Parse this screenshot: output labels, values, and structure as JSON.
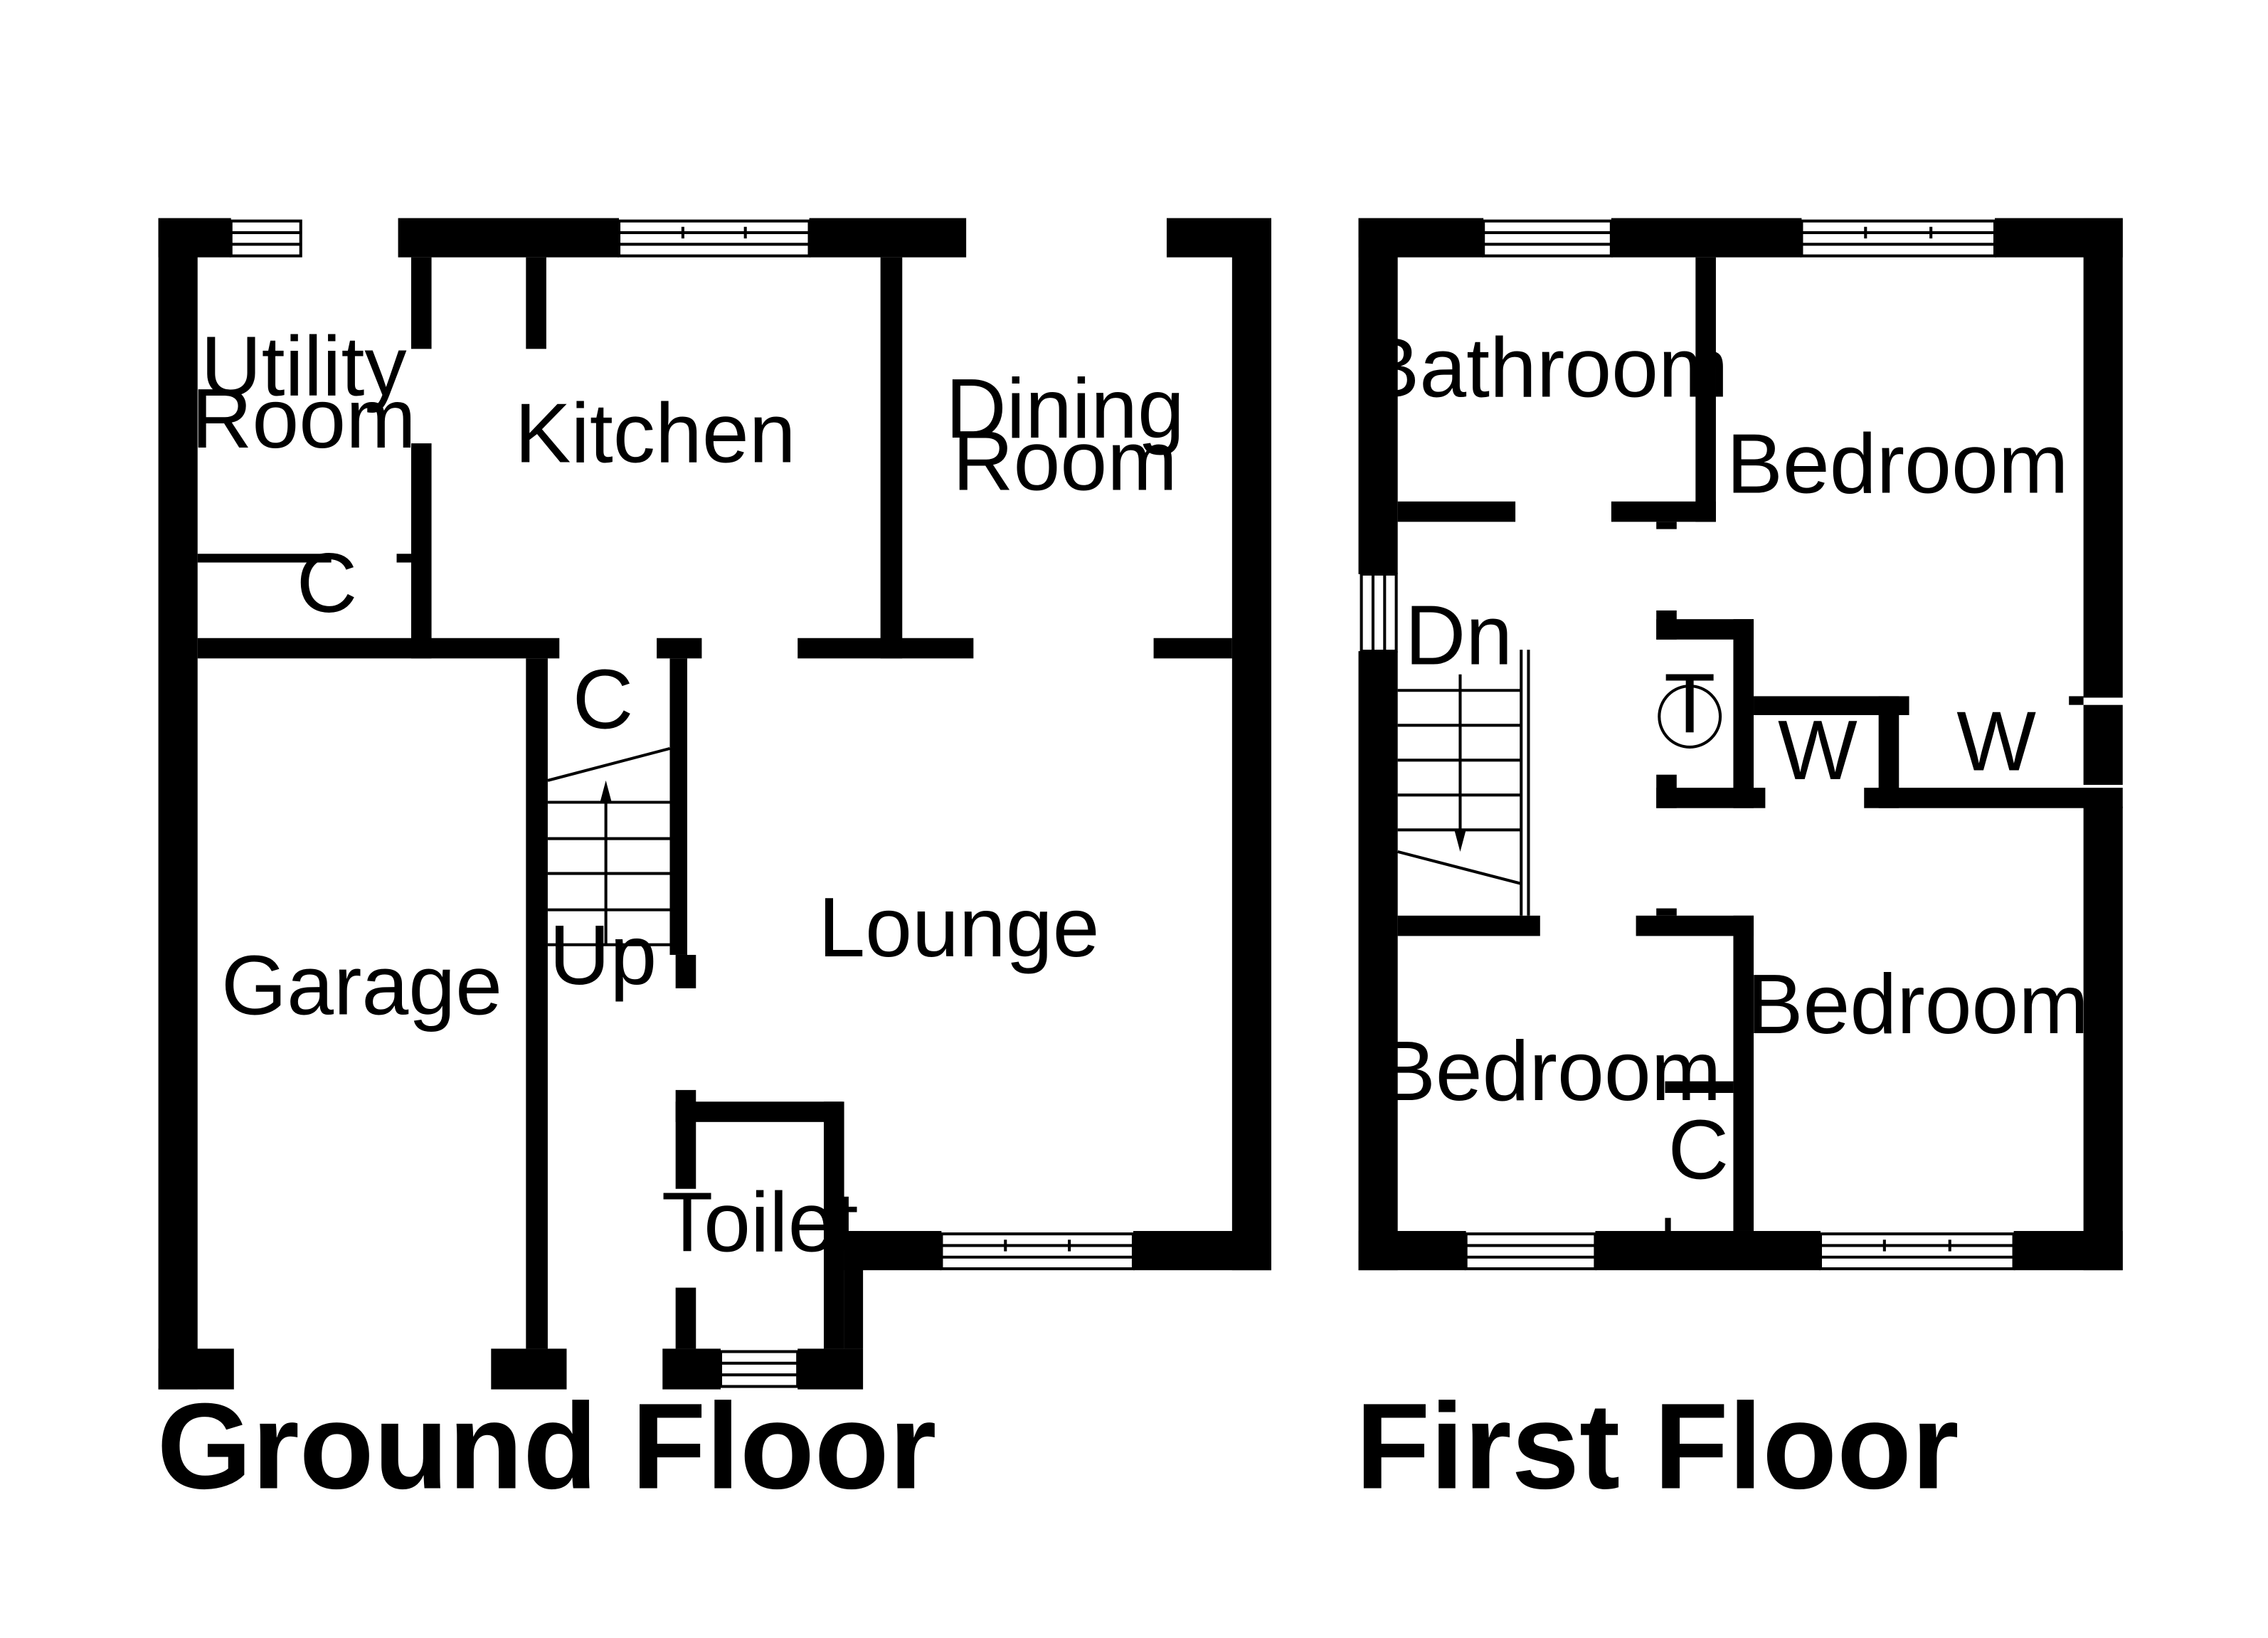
{
  "ground_floor": {
    "title": "Ground Floor",
    "rooms": {
      "utility_line1": "Utility",
      "utility_line2": "Room",
      "kitchen": "Kitchen",
      "dining_line1": "Dining",
      "dining_line2": "Room",
      "cupboard_utility": "C",
      "cupboard_stairs": "C",
      "stairs_up": "Up",
      "garage": "Garage",
      "lounge": "Lounge",
      "toilet": "Toilet"
    }
  },
  "first_floor": {
    "title": "First Floor",
    "rooms": {
      "bathroom": "Bathroom",
      "bedroom_1": "Bedroom",
      "stairs_down": "Dn",
      "tank": "T",
      "wardrobe_1": "W",
      "wardrobe_2": "W",
      "bedroom_2": "Bedroom",
      "bedroom_3": "Bedroom",
      "cupboard_bedroom": "C"
    }
  }
}
